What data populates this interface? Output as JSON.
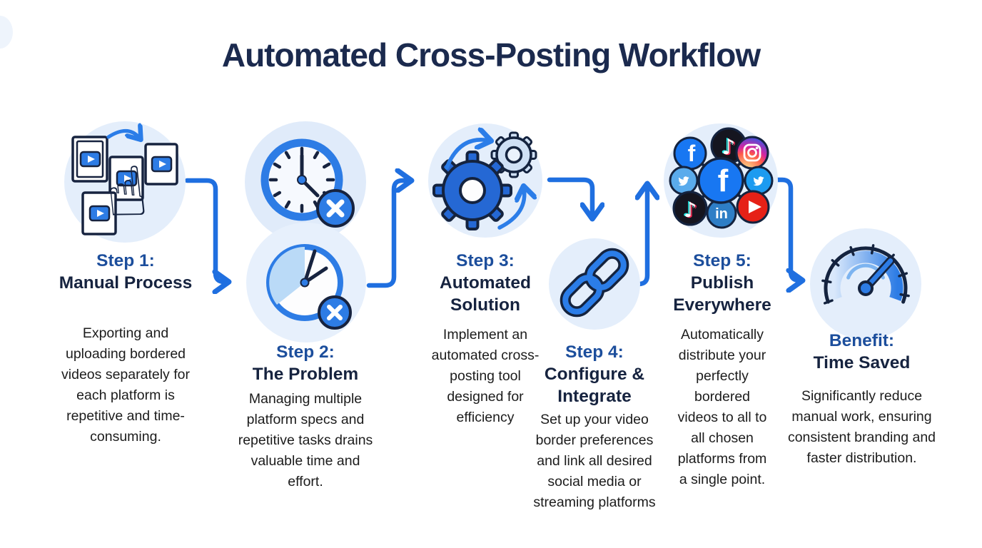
{
  "title": "Automated Cross-Posting Workflow",
  "steps": [
    {
      "label": "Step 1:",
      "name": "Manual Process",
      "description": "Exporting and uploading bordered videos separately for each platform is repetitive and time-consuming.",
      "icon": "video-files-hand-icon"
    },
    {
      "label": "Step 2:",
      "name": "The Problem",
      "description": "Managing multiple platform specs and repetitive tasks drains valuable time and effort.",
      "icon": "clocks-deadline-icon"
    },
    {
      "label": "Step 3:",
      "name": "Automated Solution",
      "description": "Implement an automated cross-posting tool designed for efficiency",
      "icon": "gears-automation-icon"
    },
    {
      "label": "Step 4:",
      "name": "Configure & Integrate",
      "description": "Set up your video border preferences and link all desired social media or streaming platforms",
      "icon": "chain-link-icon"
    },
    {
      "label": "Step 5:",
      "name": "Publish Everywhere",
      "description": "Automatically distribute your perfectly bordered videos to all to all chosen platforms from a single point.",
      "icon": "social-network-icon"
    },
    {
      "label": "Benefit:",
      "name": "Time Saved",
      "description": "Significantly reduce manual work, ensuring consistent branding and faster distribution.",
      "icon": "speedometer-icon"
    }
  ],
  "social_platforms": [
    "facebook",
    "tiktok",
    "instagram",
    "twitter",
    "facebook",
    "twitter",
    "tiktok",
    "linkedin",
    "youtube"
  ],
  "colors": {
    "arrow_blue": "#1f6fe0",
    "icon_blue": "#2d7ce5",
    "gear_blue": "#2568d4",
    "navy_outline": "#14233f",
    "heading_label_blue": "#1c4e9c",
    "heading_name_navy": "#16233f",
    "title_navy": "#1b2a4e",
    "circle_bg": "#e4eefb",
    "facebook": "#1877f2",
    "twitter_dark": "#1d9bf0",
    "twitter_light": "#5aabec",
    "youtube": "#e62117",
    "linkedin": "#2e7ec6",
    "tiktok_bg": "#15151f",
    "tiktok_cyan": "#25f4ee",
    "tiktok_pink": "#fe2c55"
  }
}
